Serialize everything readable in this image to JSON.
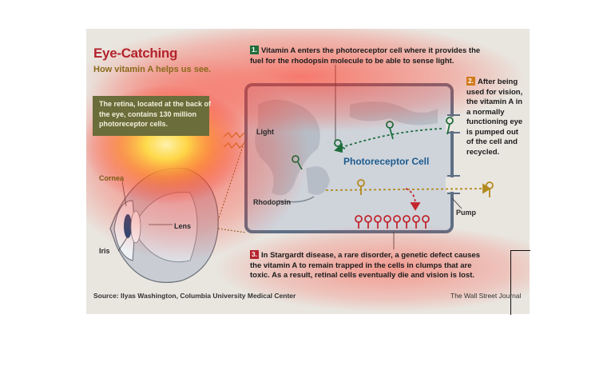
{
  "title": "Eye-Catching",
  "subtitle": "How vitamin A helps us see.",
  "retina_note": "The retina, located at the back of the eye, contains 130 million photoreceptor cells.",
  "labels": {
    "cornea": "Cornea",
    "lens": "Lens",
    "iris": "Iris",
    "light": "Light",
    "rhodopsin": "Rhodopsin",
    "pump": "Pump",
    "photoreceptor_cell": "Photoreceptor Cell"
  },
  "steps": [
    {
      "number": "1.",
      "text": "Vitamin A enters the photoreceptor cell where it provides the fuel for the rhodopsin molecule to be able to sense light."
    },
    {
      "number": "2.",
      "text": "After being used for vision, the vitamin A in a normally functioning eye is pumped out of the cell and recycled."
    },
    {
      "number": "3.",
      "text": "In Stargardt disease, a rare disorder, a genetic defect causes the vitamin A to remain trapped in the cells in clumps that are toxic. As a result, retinal cells eventually die and vision is lost."
    }
  ],
  "source": "Source: Ilyas Washington, Columbia University Medical Center",
  "credit": "The Wall Street Journal",
  "colors": {
    "title_red": "#b4232c",
    "cell_blue": "#1d5a8c",
    "molecule_green": "#1e6e3c",
    "molecule_gold": "#b38a1e",
    "molecule_red": "#c2262e"
  }
}
